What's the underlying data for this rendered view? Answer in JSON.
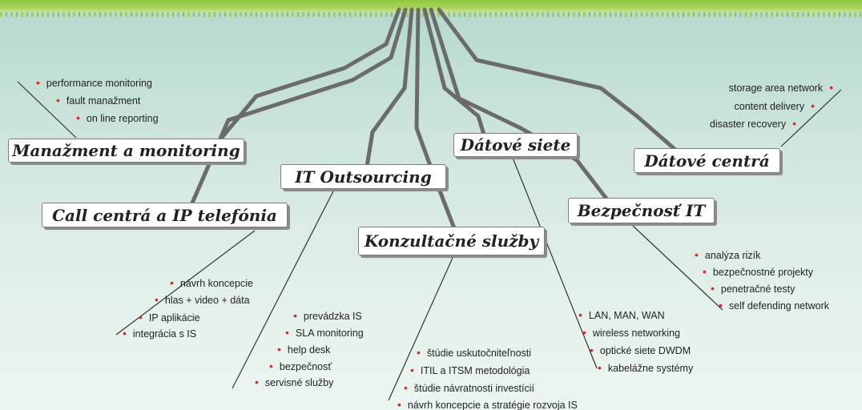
{
  "categories": [
    {
      "id": "manazment",
      "title": "Manažment a monitoring",
      "items": [
        "performance monitoring",
        "fault manažment",
        "on line reporting"
      ]
    },
    {
      "id": "callcentra",
      "title": "Call centrá a IP telefónia",
      "items": [
        "návrh koncepcie",
        "hlas + video + dáta",
        "IP aplikácie",
        "integrácia s IS"
      ]
    },
    {
      "id": "outsourcing",
      "title": "IT Outsourcing",
      "items": [
        "prevádzka IS",
        "SLA monitoring",
        "help desk",
        "bezpečnosť",
        "servisné služby"
      ]
    },
    {
      "id": "konzultacne",
      "title": "Konzultačné služby",
      "items": [
        "štúdie uskutočniteľnosti",
        "ITIL a ITSM metodológia",
        "štúdie návratnosti investícií",
        "návrh koncepcie a stratégie rozvoja IS"
      ]
    },
    {
      "id": "datove-siete",
      "title": "Dátové siete",
      "items": [
        "LAN, MAN, WAN",
        "wireless networking",
        "optické siete DWDM",
        "kabelážne systémy"
      ]
    },
    {
      "id": "bezpecnost",
      "title": "Bezpečnosť IT",
      "items": [
        "analýza rizík",
        "bezpečnostné projekty",
        "penetračné testy",
        "self defending network"
      ]
    },
    {
      "id": "datove-centra",
      "title": "Dátové centrá",
      "items": [
        "storage area network",
        "content delivery",
        "disaster recovery"
      ]
    }
  ],
  "colors": {
    "line": "#6b6b6b",
    "bullet": "#d62a22",
    "label_border": "#7d7d7d",
    "grass": "#8fc63f"
  }
}
